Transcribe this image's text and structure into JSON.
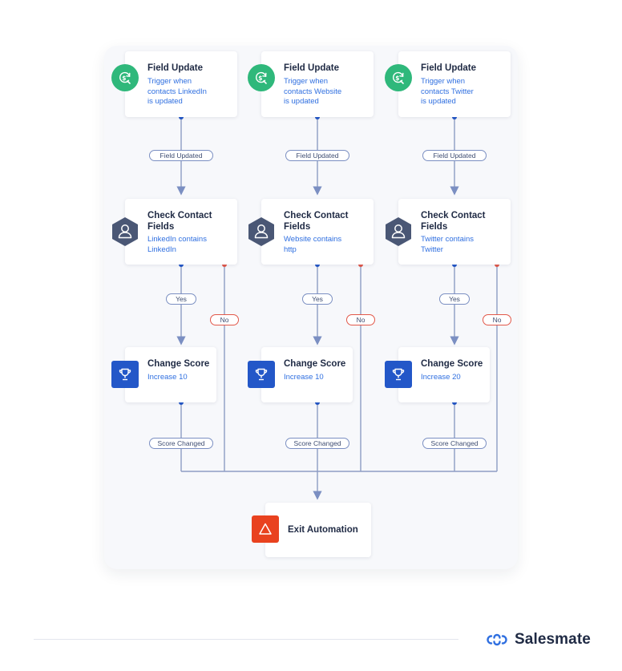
{
  "triggers": [
    {
      "title": "Field Update",
      "desc": [
        "Trigger when",
        "contacts LinkedIn",
        "is updated"
      ]
    },
    {
      "title": "Field Update",
      "desc": [
        "Trigger when",
        "contacts Website",
        "is updated"
      ]
    },
    {
      "title": "Field Update",
      "desc": [
        "Trigger when",
        "contacts Twitter",
        "is updated"
      ]
    }
  ],
  "checks": [
    {
      "title": [
        "Check Contact",
        "Fields"
      ],
      "desc": [
        "LinkedIn contains",
        "LinkedIn"
      ]
    },
    {
      "title": [
        "Check Contact",
        "Fields"
      ],
      "desc": [
        "Website contains",
        "http"
      ]
    },
    {
      "title": [
        "Check Contact",
        "Fields"
      ],
      "desc": [
        "Twitter contains",
        "Twitter"
      ]
    }
  ],
  "scores": [
    {
      "title": "Change Score",
      "desc": "Increase 10"
    },
    {
      "title": "Change Score",
      "desc": "Increase 10"
    },
    {
      "title": "Change Score",
      "desc": "Increase 20"
    }
  ],
  "labels": {
    "field_updated": "Field Updated",
    "yes": "Yes",
    "no": "No",
    "score_changed": "Score Changed"
  },
  "exit": {
    "title": "Exit Automation"
  },
  "brand": {
    "name": "Salesmate"
  },
  "colors": {
    "trigger_icon": "#2fb87b",
    "check_icon": "#4a5775",
    "score_icon": "#2357c8",
    "exit_icon": "#e9421f",
    "link_text": "#2f6fe0",
    "yes_dot": "#2357c8",
    "no_dot": "#e2584a"
  }
}
